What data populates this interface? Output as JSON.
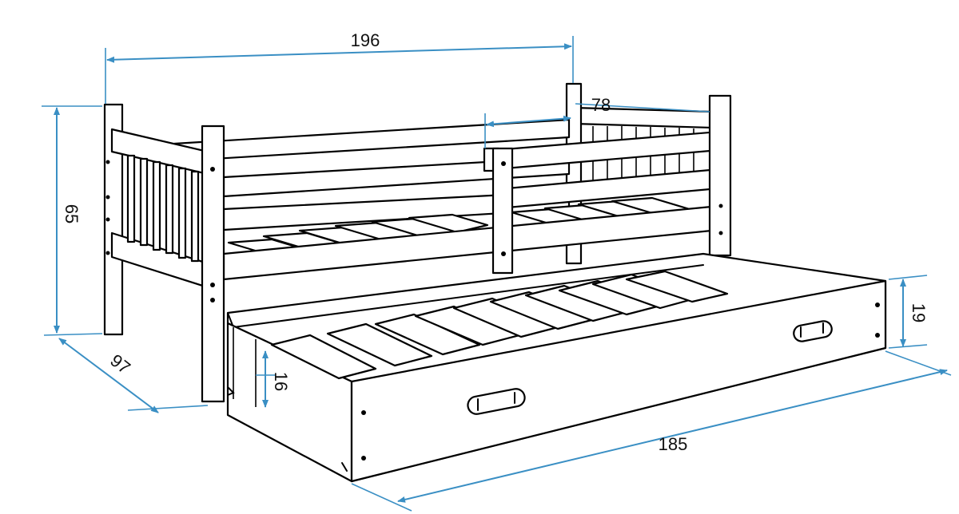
{
  "colors": {
    "outline": "#000000",
    "dimension_line": "#3a8fc4",
    "background": "#ffffff"
  },
  "dimensions": {
    "bed_length": "196",
    "side_rail_length": "78",
    "bed_height": "65",
    "bed_depth": "97",
    "drawer_front_height": "19",
    "drawer_height": "16",
    "drawer_length": "185"
  }
}
